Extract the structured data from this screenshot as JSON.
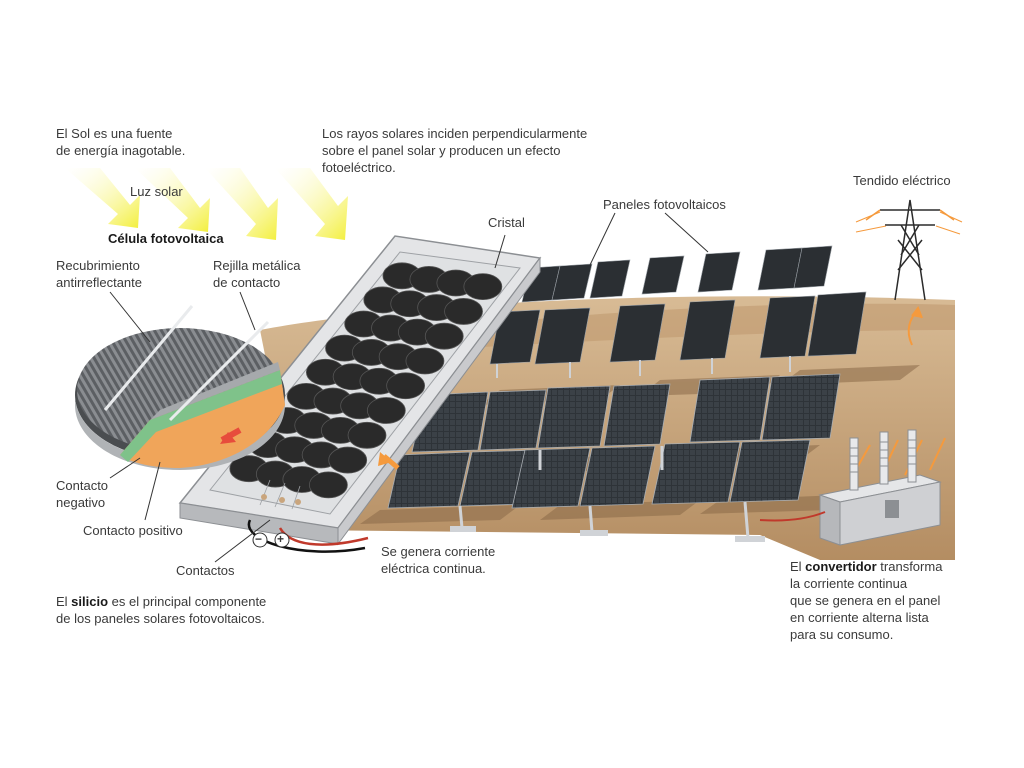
{
  "labels": {
    "sun_source": [
      "El Sol es una fuente",
      "de energía inagotable."
    ],
    "sunlight": "Luz solar",
    "pv_cell": "Célula fotovoltaica",
    "rays": [
      "Los rayos solares inciden perpendicularmente",
      "sobre el panel solar y producen un efecto",
      "fotoeléctrico."
    ],
    "glass": "Cristal",
    "pv_panels": "Paneles fotovoltaicos",
    "power_line": "Tendido eléctrico",
    "antireflective": [
      "Recubrimiento",
      "antirreflectante"
    ],
    "metal_grid": [
      "Rejilla metálica",
      "de contacto"
    ],
    "negative_contact": [
      "Contacto",
      "negativo"
    ],
    "positive_contact": "Contacto positivo",
    "contacts": "Contactos",
    "dc_current": [
      "Se genera corriente",
      "eléctrica continua."
    ],
    "silicon_pre": "El ",
    "silicon_bold": "silicio",
    "silicon_post": " es el principal componente",
    "silicon_line2": "de los paneles solares fotovoltaicos.",
    "converter_pre": "El ",
    "converter_bold": "convertidor",
    "converter_post": " transforma",
    "converter_lines": [
      "la corriente continua",
      "que se genera en el panel",
      "en corriente alterna lista",
      "para su consumo."
    ],
    "minus_sign": "−",
    "plus_sign": "+"
  },
  "colors": {
    "sun_ray": "#f3ef3a",
    "ground": "#c9a57d",
    "ground_shadow": "#8a6a48",
    "panel_dark": "#2b2f33",
    "cell_dark": "#2a2a2a",
    "frame_gray": "#c8c9cb",
    "silicon_orange": "#f0a55a",
    "green_layer": "#7fc28a",
    "arrow_orange": "#f59a3d",
    "converter_gray": "#cfd0d3"
  }
}
